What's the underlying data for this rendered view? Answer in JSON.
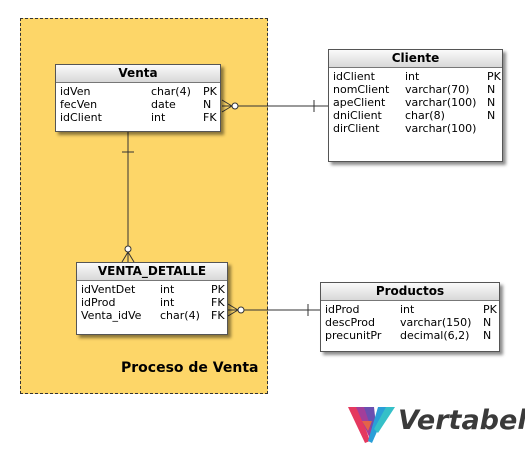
{
  "area": {
    "label": "Proceso de Venta"
  },
  "tables": {
    "venta": {
      "name": "Venta",
      "columns": [
        {
          "name": "idVen",
          "type": "char(4)",
          "key": "PK"
        },
        {
          "name": "fecVen",
          "type": "date",
          "key": "N"
        },
        {
          "name": "idClient",
          "type": "int",
          "key": "FK"
        }
      ]
    },
    "cliente": {
      "name": "Cliente",
      "columns": [
        {
          "name": "idClient",
          "type": "int",
          "key": "PK"
        },
        {
          "name": "nomClient",
          "type": "varchar(70)",
          "key": "N"
        },
        {
          "name": "apeClient",
          "type": "varchar(100)",
          "key": "N"
        },
        {
          "name": "dniClient",
          "type": "char(8)",
          "key": "N"
        },
        {
          "name": "dirClient",
          "type": "varchar(100)",
          "key": ""
        }
      ]
    },
    "venta_detalle": {
      "name": "VENTA_DETALLE",
      "columns": [
        {
          "name": "idVentDet",
          "type": "int",
          "key": "PK"
        },
        {
          "name": "idProd",
          "type": "int",
          "key": "FK"
        },
        {
          "name": "Venta_idVe",
          "type": "char(4)",
          "key": "FK"
        }
      ]
    },
    "productos": {
      "name": "Productos",
      "columns": [
        {
          "name": "idProd",
          "type": "int",
          "key": "PK"
        },
        {
          "name": "descProd",
          "type": "varchar(150)",
          "key": "N"
        },
        {
          "name": "precunitPr",
          "type": "decimal(6,2)",
          "key": "N"
        }
      ]
    }
  },
  "logo": {
    "text": "Vertabelo"
  },
  "colors": {
    "area": "#fdd668",
    "line": "#333333"
  }
}
